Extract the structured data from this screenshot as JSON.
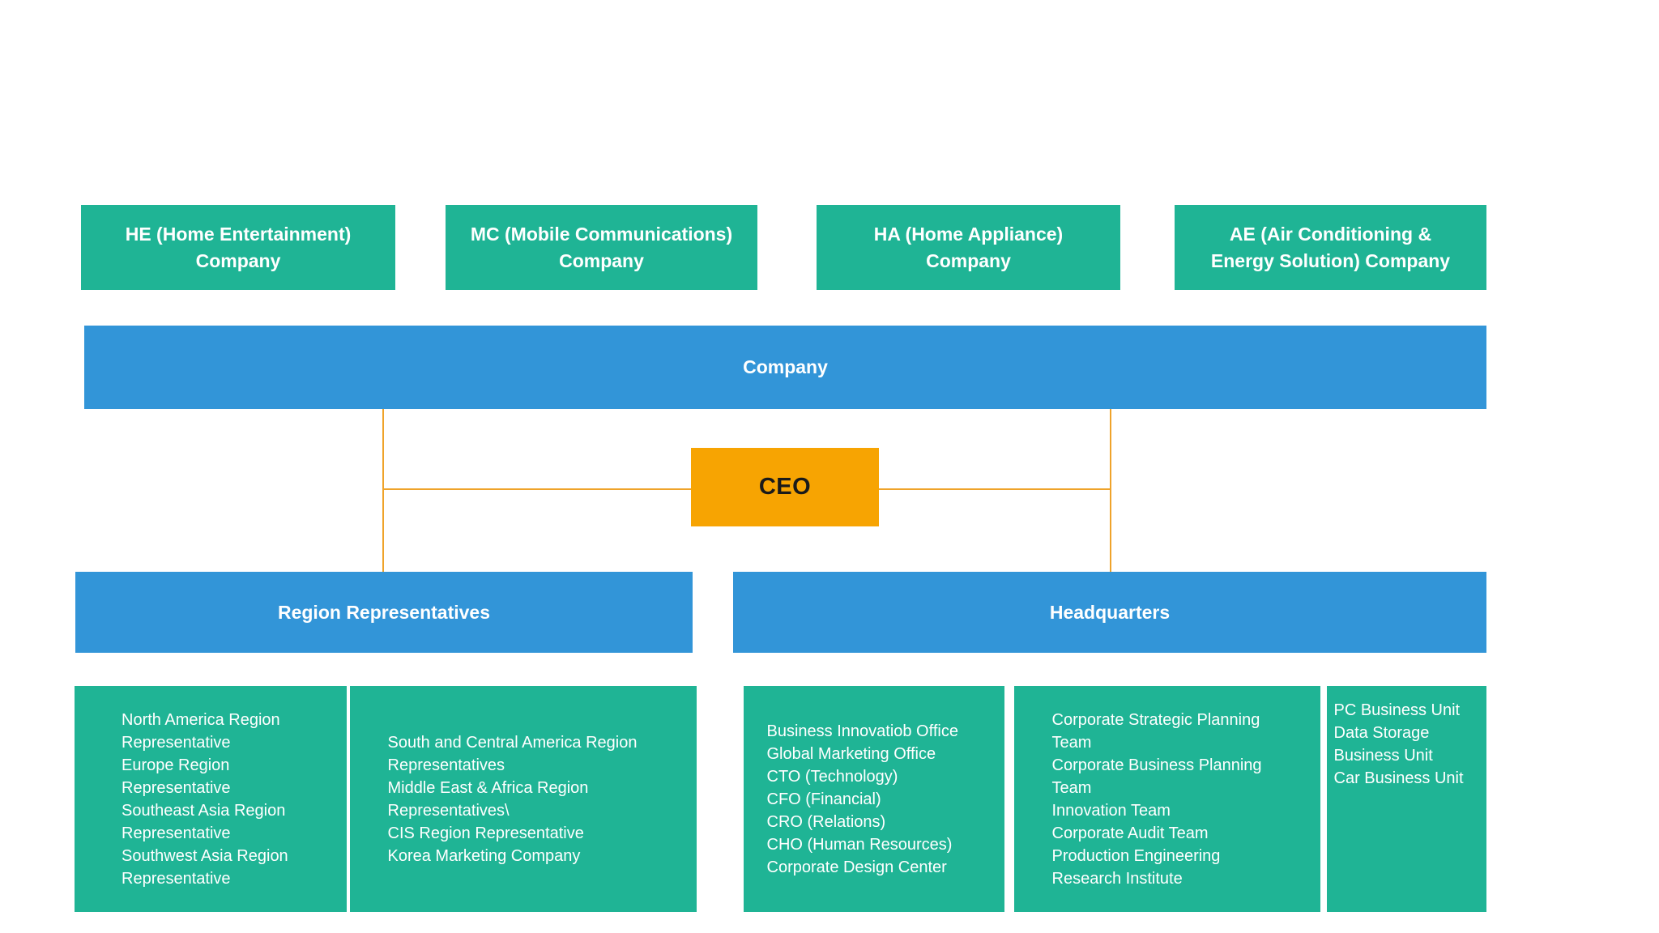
{
  "palette": {
    "green": "#1fb495",
    "blue": "#3295d8",
    "orange": "#f7a402",
    "connector": "#efa32a",
    "text_on_color": "#ffffff",
    "ceo_text": "#1a1a1a"
  },
  "divisions": [
    {
      "name": "HE",
      "lines": [
        "HE (Home Entertainment)",
        "Company"
      ]
    },
    {
      "name": "MC",
      "lines": [
        "MC (Mobile Communications)",
        "Company"
      ]
    },
    {
      "name": "HA",
      "lines": [
        "HA (Home Appliance)",
        "Company"
      ]
    },
    {
      "name": "AE",
      "lines": [
        "AE (Air Conditioning &",
        "Energy Solution) Company"
      ]
    }
  ],
  "company": {
    "label": "Company"
  },
  "ceo": {
    "label": "CEO"
  },
  "branches": {
    "region_representatives": {
      "label": "Region Representatives"
    },
    "headquarters": {
      "label": "Headquarters"
    }
  },
  "region_groups": [
    {
      "items": [
        "North America Region Representative",
        "Europe Region Representative",
        "Southeast Asia Region Representative",
        "Southwest Asia Region Representative"
      ]
    },
    {
      "items": [
        "South and Central America Region Representatives",
        "Middle East & Africa Region Representatives\\",
        "CIS Region Representative",
        "Korea Marketing Company"
      ]
    }
  ],
  "headquarters_groups": [
    {
      "items": [
        "Business Innovatiob Office",
        "Global Marketing Office",
        "CTO (Technology)",
        "CFO (Financial)",
        "CRO (Relations)",
        "CHO (Human Resources)",
        "Corporate Design Center"
      ]
    },
    {
      "items": [
        "Corporate Strategic Planning Team",
        "Corporate Business Planning Team",
        "Innovation Team",
        "Corporate Audit Team",
        "Production Engineering Research Institute"
      ]
    },
    {
      "items": [
        "PC Business Unit",
        "Data Storage Business Unit",
        "Car Business Unit"
      ]
    }
  ]
}
